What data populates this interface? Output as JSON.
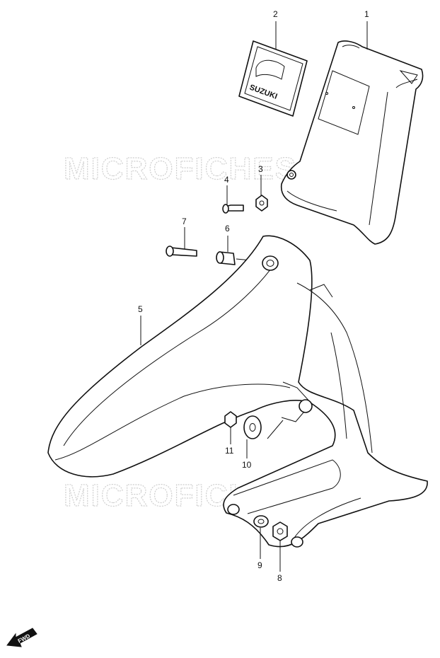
{
  "watermarks": [
    "MICROFICHES.NET",
    "MICROFICHES.NET"
  ],
  "emblem_text": "SUZUKI",
  "fwd_label": "FWD",
  "callouts": [
    {
      "id": "1",
      "label": "1"
    },
    {
      "id": "2",
      "label": "2"
    },
    {
      "id": "3",
      "label": "3"
    },
    {
      "id": "4",
      "label": "4"
    },
    {
      "id": "5",
      "label": "5"
    },
    {
      "id": "6",
      "label": "6"
    },
    {
      "id": "7",
      "label": "7"
    },
    {
      "id": "8",
      "label": "8"
    },
    {
      "id": "9",
      "label": "9"
    },
    {
      "id": "10",
      "label": "10"
    },
    {
      "id": "11",
      "label": "11"
    }
  ]
}
